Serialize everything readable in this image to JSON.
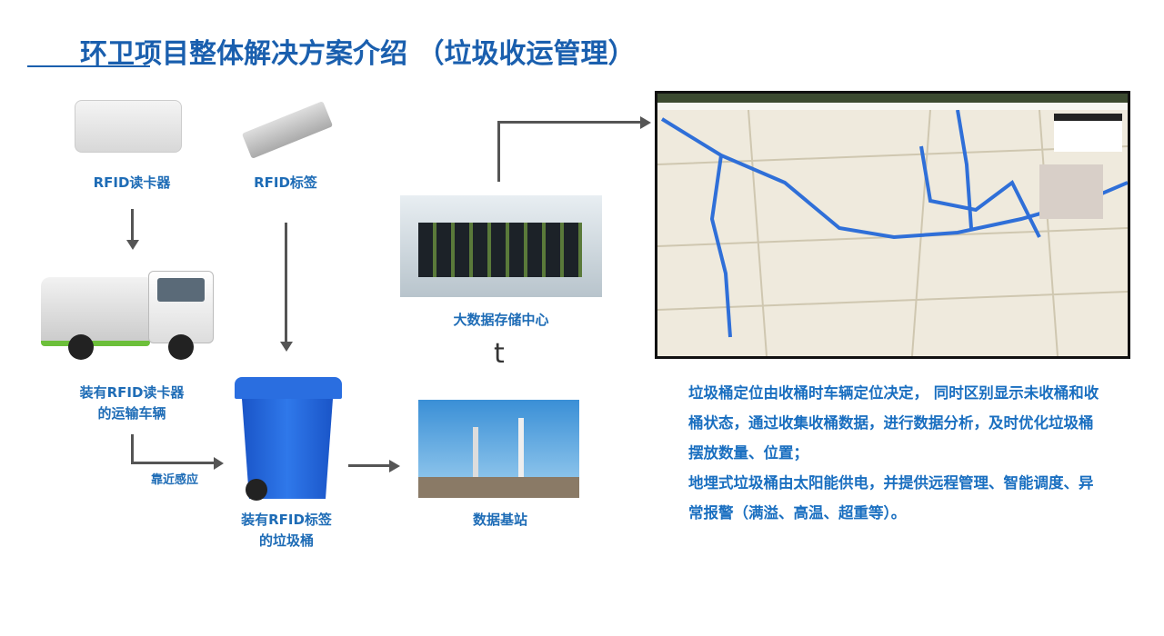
{
  "title": "环卫项目整体解决方案介绍 （垃圾收运管理）",
  "labels": {
    "rfid_reader": "RFID读卡器",
    "rfid_tag": "RFID标签",
    "truck_1": "装有RFID读卡器",
    "truck_2": "的运输车辆",
    "proximity": "靠近感应",
    "bin_1": "装有RFID标签",
    "bin_2": "的垃圾桶",
    "base_station": "数据基站",
    "data_center": "大数据存储中心",
    "stray_t": "t"
  },
  "description": [
    "垃圾桶定位由收桶时车辆定位决定， 同时区别显示未收桶和收桶状态，通过收集收桶数据，进行数据分析，及时优化垃圾桶摆放数量、位置；",
    "地埋式垃圾桶由太阳能供电，并提供远程管理、智能调度、异常报警（满溢、高温、超重等）。"
  ],
  "colors": {
    "title": "#1a5fae",
    "text": "#1e6cb6",
    "bin": "#1f5fd0"
  }
}
